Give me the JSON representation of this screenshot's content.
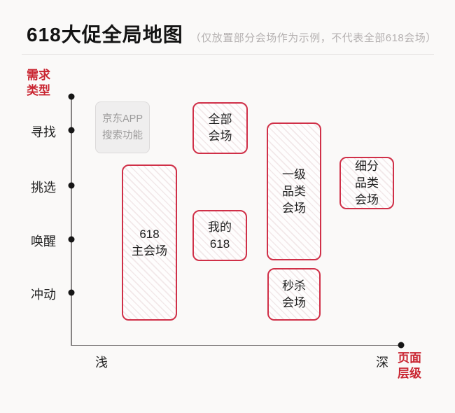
{
  "header": {
    "title": "618大促全局地图",
    "subtitle": "（仅放置部分会场作为示例，不代表全部618会场）"
  },
  "y_axis": {
    "label": "需求\n类型",
    "ticks": [
      "寻找",
      "挑选",
      "唤醒",
      "冲动"
    ]
  },
  "x_axis": {
    "min_label": "浅",
    "max_label": "深",
    "label": "页面\n层级"
  },
  "nodes": [
    {
      "id": "jd-app-search",
      "label": "京东APP\n搜索功能",
      "type": "gray"
    },
    {
      "id": "all-venues",
      "label": "全部\n会场",
      "type": "red"
    },
    {
      "id": "618-main-venue",
      "label": "618\n主会场",
      "type": "red"
    },
    {
      "id": "my-618",
      "label": "我的\n618",
      "type": "red"
    },
    {
      "id": "first-level-category",
      "label": "一级\n品类\n会场",
      "type": "red"
    },
    {
      "id": "sub-category",
      "label": "细分\n品类\n会场",
      "type": "red"
    },
    {
      "id": "flash-sale",
      "label": "秒杀\n会场",
      "type": "red"
    }
  ],
  "colors": {
    "accent_red_text": "#c92531",
    "node_border_red": "#d03048",
    "node_hatch_tint": "#efe2e3",
    "gray_node_bg": "#efeeee",
    "gray_node_text": "#9c9b9b",
    "axis_line": "#868383",
    "background": "#faf9f8"
  }
}
